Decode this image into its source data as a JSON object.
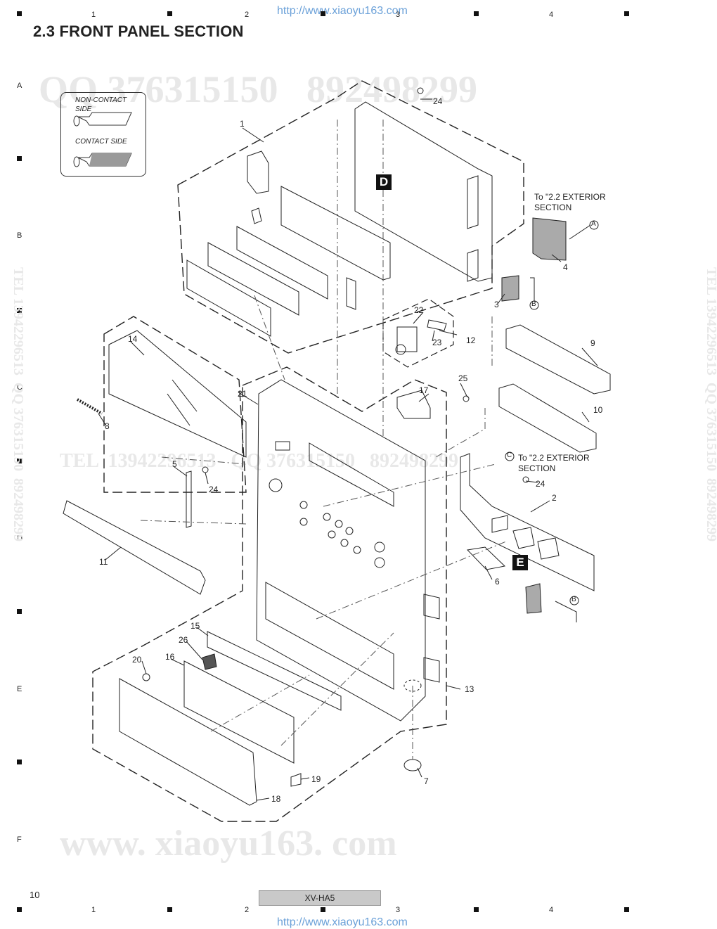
{
  "header": {
    "title": "2.3  FRONT PANEL SECTION",
    "url_top": "http://www.xiaoyu163.com",
    "url_bottom": "http://www.xiaoyu163.com"
  },
  "grid": {
    "columns": [
      "1",
      "2",
      "3",
      "4"
    ],
    "rows": [
      "A",
      "B",
      "C",
      "D",
      "E",
      "F"
    ]
  },
  "footer": {
    "page_number": "10",
    "model": "XV-HA5"
  },
  "watermarks": {
    "qq": "QQ 376315150   892498299",
    "tel": "TEL  13942296513   QQ 376315150   892498299",
    "site": "www. xiaoyu163. com",
    "side_right": "TEL 13942296513  QQ 376315150  892498299",
    "side_left": "TEL 13942296513  QQ 376315150  892498299"
  },
  "legend": {
    "non_contact": "NON-CONTACT SIDE",
    "contact": "CONTACT SIDE"
  },
  "diagram": {
    "board_d": "D",
    "board_e": "E",
    "to_exterior_a": "To \"2.2 EXTERIOR SECTION",
    "to_exterior_c": "To \"2.2 EXTERIOR SECTION",
    "conn_a": "A",
    "conn_b": "B",
    "conn_c": "C",
    "parts": [
      "1",
      "2",
      "3",
      "4",
      "5",
      "6",
      "7",
      "8",
      "9",
      "10",
      "11",
      "12",
      "13",
      "14",
      "15",
      "16",
      "17",
      "18",
      "19",
      "20",
      "21",
      "22",
      "23",
      "24",
      "25",
      "26"
    ]
  }
}
